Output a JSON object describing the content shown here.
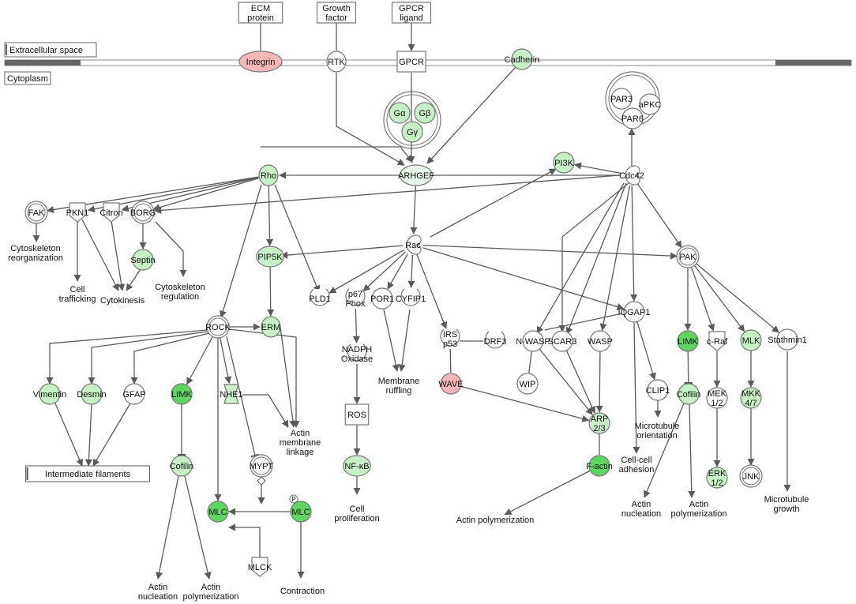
{
  "compartments": {
    "extracellular": "Extracellular space",
    "cytoplasm": "Cytoplasm"
  },
  "colors": {
    "strong_green": "#5fd65f",
    "light_green": "#c7f0c7",
    "pale_green": "#e6f8e6",
    "red": "#f4b6b6",
    "white": "#ffffff",
    "edge": "#5a5a5a"
  },
  "nodes": [
    {
      "id": "ecm",
      "label": "ECM\nprotein",
      "shape": "rect",
      "color": "white"
    },
    {
      "id": "gf",
      "label": "Growth\nfactor",
      "shape": "rect",
      "color": "white"
    },
    {
      "id": "gpcrlig",
      "label": "GPCR\nligand",
      "shape": "rect",
      "color": "white"
    },
    {
      "id": "integrin",
      "label": "Integrin",
      "shape": "ellipse",
      "color": "red"
    },
    {
      "id": "rtk",
      "label": "RTK",
      "shape": "ellipse",
      "color": "white"
    },
    {
      "id": "gpcr",
      "label": "GPCR",
      "shape": "rect",
      "color": "white"
    },
    {
      "id": "cadherin",
      "label": "Cadherin",
      "shape": "circle",
      "color": "light_green"
    },
    {
      "id": "ga",
      "label": "Gα",
      "shape": "circle",
      "color": "light_green"
    },
    {
      "id": "gb",
      "label": "Gβ",
      "shape": "circle",
      "color": "light_green"
    },
    {
      "id": "gy",
      "label": "Gγ",
      "shape": "circle",
      "color": "light_green"
    },
    {
      "id": "par3",
      "label": "PAR3",
      "shape": "circle",
      "color": "white"
    },
    {
      "id": "apkc",
      "label": "aPKC",
      "shape": "circle",
      "color": "white"
    },
    {
      "id": "par6",
      "label": "PAR6",
      "shape": "circle",
      "color": "white"
    },
    {
      "id": "rho",
      "label": "Rho",
      "shape": "ellipse",
      "color": "light_green"
    },
    {
      "id": "arhgef",
      "label": "ARHGEF",
      "shape": "ellipse",
      "color": "pale_green"
    },
    {
      "id": "pi3k",
      "label": "PI3K",
      "shape": "circle",
      "color": "light_green"
    },
    {
      "id": "cdc42",
      "label": "Cdc42",
      "shape": "gtp",
      "color": "white"
    },
    {
      "id": "fak",
      "label": "FAK",
      "shape": "dcircle",
      "color": "white"
    },
    {
      "id": "pkn1",
      "label": "PKN1",
      "shape": "kinase",
      "color": "white"
    },
    {
      "id": "citron",
      "label": "Citron",
      "shape": "kinase",
      "color": "white"
    },
    {
      "id": "borg",
      "label": "BORG",
      "shape": "dcircle",
      "color": "white"
    },
    {
      "id": "septin",
      "label": "Septin",
      "shape": "circle",
      "color": "light_green"
    },
    {
      "id": "pip5k",
      "label": "PIP5K",
      "shape": "ellipse",
      "color": "light_green"
    },
    {
      "id": "rac",
      "label": "Rac",
      "shape": "gtp",
      "color": "white"
    },
    {
      "id": "pak",
      "label": "PAK",
      "shape": "dcircle",
      "color": "white"
    },
    {
      "id": "pld1",
      "label": "PLD1",
      "shape": "enzyme",
      "color": "white"
    },
    {
      "id": "p67",
      "label": "p67\nPhox",
      "shape": "enzyme",
      "color": "white"
    },
    {
      "id": "por1",
      "label": "POR1",
      "shape": "circle",
      "color": "white"
    },
    {
      "id": "cyfip1",
      "label": "CYFIP1",
      "shape": "enzyme",
      "color": "white"
    },
    {
      "id": "irsp53",
      "label": "IRS\np53",
      "shape": "enzyme",
      "color": "white"
    },
    {
      "id": "iqgap1",
      "label": "IQGAP1",
      "shape": "circle",
      "color": "white"
    },
    {
      "id": "rock",
      "label": "ROCK",
      "shape": "dcircle",
      "color": "white"
    },
    {
      "id": "erm",
      "label": "ERM",
      "shape": "ellipse",
      "color": "light_green"
    },
    {
      "id": "nadph",
      "label": "NADPH\nOxidase",
      "shape": "enzyme",
      "color": "white"
    },
    {
      "id": "drf3",
      "label": "DRF3",
      "shape": "enzyme",
      "color": "white"
    },
    {
      "id": "nwasp",
      "label": "N-WASP",
      "shape": "circle",
      "color": "white"
    },
    {
      "id": "scar3",
      "label": "SCAR3",
      "shape": "circle",
      "color": "white"
    },
    {
      "id": "wasp",
      "label": "WASP",
      "shape": "circle",
      "color": "white"
    },
    {
      "id": "limk_r",
      "label": "LIMK",
      "shape": "circle",
      "color": "strong_green"
    },
    {
      "id": "craf",
      "label": "c-Raf",
      "shape": "kinase",
      "color": "white"
    },
    {
      "id": "mlk",
      "label": "MLK",
      "shape": "circle",
      "color": "light_green"
    },
    {
      "id": "stathmin1",
      "label": "Stathmin1",
      "shape": "circle",
      "color": "white"
    },
    {
      "id": "wave",
      "label": "WAVE",
      "shape": "circle",
      "color": "red"
    },
    {
      "id": "wip",
      "label": "WIP",
      "shape": "circle",
      "color": "white"
    },
    {
      "id": "vimentin",
      "label": "Vimentin",
      "shape": "circle",
      "color": "light_green"
    },
    {
      "id": "desmin",
      "label": "Desmin",
      "shape": "circle",
      "color": "light_green"
    },
    {
      "id": "gfap",
      "label": "GFAP",
      "shape": "circle",
      "color": "white"
    },
    {
      "id": "limk_l",
      "label": "LIMK",
      "shape": "circle",
      "color": "strong_green"
    },
    {
      "id": "nhe1",
      "label": "NHE1",
      "shape": "transporter",
      "color": "light_green"
    },
    {
      "id": "clip1",
      "label": "CLIP1",
      "shape": "circle",
      "color": "white"
    },
    {
      "id": "cofilin_r",
      "label": "Cofilin",
      "shape": "circle",
      "color": "light_green"
    },
    {
      "id": "mek12",
      "label": "MEK\n1/2",
      "shape": "circle",
      "color": "white"
    },
    {
      "id": "mkk47",
      "label": "MKK\n4/7",
      "shape": "circle",
      "color": "light_green"
    },
    {
      "id": "arp23",
      "label": "ARP\n2/3",
      "shape": "circle",
      "color": "light_green"
    },
    {
      "id": "ros",
      "label": "ROS",
      "shape": "rect",
      "color": "white"
    },
    {
      "id": "cofilin_l",
      "label": "Cofilin",
      "shape": "circle",
      "color": "light_green"
    },
    {
      "id": "mypt",
      "label": "MYPT",
      "shape": "dcircle",
      "color": "white"
    },
    {
      "id": "factin",
      "label": "F-actin",
      "shape": "circle",
      "color": "strong_green"
    },
    {
      "id": "nfkb",
      "label": "NF-κB",
      "shape": "ellipse",
      "color": "light_green"
    },
    {
      "id": "erk12",
      "label": "ERK\n1/2",
      "shape": "circle",
      "color": "light_green"
    },
    {
      "id": "jnk",
      "label": "JNK",
      "shape": "dcircle",
      "color": "white"
    },
    {
      "id": "mlc_l",
      "label": "MLC",
      "shape": "circle",
      "color": "strong_green"
    },
    {
      "id": "mlc_r",
      "label": "MLC",
      "shape": "circle",
      "color": "strong_green",
      "badge": "P"
    },
    {
      "id": "mlck",
      "label": "MLCK",
      "shape": "kinase",
      "color": "white"
    }
  ],
  "processes": [
    {
      "id": "cyto_reorg",
      "label": "Cytoskeleton\nreorganization"
    },
    {
      "id": "cell_traf",
      "label": "Cell\ntrafficking"
    },
    {
      "id": "cytokinesis",
      "label": "Cytokinesis"
    },
    {
      "id": "cyto_reg",
      "label": "Cytoskeleton\nregulation"
    },
    {
      "id": "membrane_ruffling",
      "label": "Membrane\nruffling"
    },
    {
      "id": "actin_membrane",
      "label": "Actin\nmembrane\nlinkage"
    },
    {
      "id": "intermediate",
      "label": "Intermediate filaments",
      "boxed": true
    },
    {
      "id": "cell_prolif",
      "label": "Cell\nproliferation"
    },
    {
      "id": "mt_orient",
      "label": "Microtubule\norientation"
    },
    {
      "id": "cell_adh",
      "label": "Cell-cell\nadhesion"
    },
    {
      "id": "actin_nuc_r",
      "label": "Actin\nnucleation"
    },
    {
      "id": "actin_poly_r",
      "label": "Actin\npolymerization"
    },
    {
      "id": "mt_growth",
      "label": "Microtubule\ngrowth"
    },
    {
      "id": "actin_poly_c",
      "label": "Actin polymerization"
    },
    {
      "id": "actin_nuc_l",
      "label": "Actin\nnucleation"
    },
    {
      "id": "actin_poly_l",
      "label": "Actin\npolymerization"
    },
    {
      "id": "contraction",
      "label": "Contraction"
    }
  ]
}
